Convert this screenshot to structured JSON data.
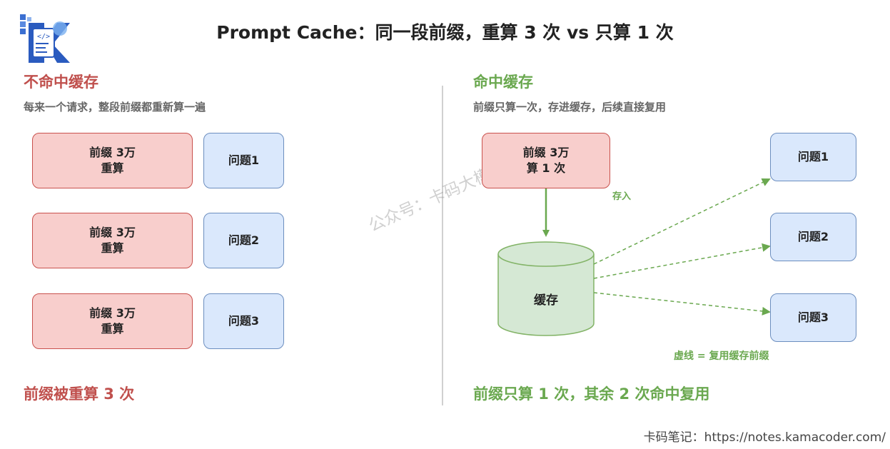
{
  "title": "Prompt Cache：同一段前缀，重算 3 次 vs 只算 1 次",
  "left": {
    "heading": "不命中缓存",
    "subtitle": "每来一个请求，整段前缀都重新算一遍",
    "rows": [
      {
        "prefix_line1": "前缀 3万",
        "prefix_line2": "重算",
        "question": "问题1"
      },
      {
        "prefix_line1": "前缀 3万",
        "prefix_line2": "重算",
        "question": "问题2"
      },
      {
        "prefix_line1": "前缀 3万",
        "prefix_line2": "重算",
        "question": "问题3"
      }
    ],
    "conclusion": "前缀被重算 3 次"
  },
  "right": {
    "heading": "命中缓存",
    "subtitle": "前缀只算一次，存进缓存，后续直接复用",
    "prefix_line1": "前缀 3万",
    "prefix_line2": "算 1 次",
    "store_label": "存入",
    "cache_label": "缓存",
    "questions": [
      "问题1",
      "问题2",
      "问题3"
    ],
    "legend": "虚线 = 复用缓存前缀",
    "conclusion": "前缀只算 1 次，其余 2 次命中复用"
  },
  "watermark": "公众号：卡码大模型",
  "footer": "卡码笔记：https://notes.kamacoder.com/",
  "colors": {
    "red_accent": "#c0504d",
    "green_accent": "#6aa84f",
    "pink_fill": "#f8cecc",
    "blue_fill": "#dae8fc",
    "cache_fill": "#d5e8d4"
  }
}
